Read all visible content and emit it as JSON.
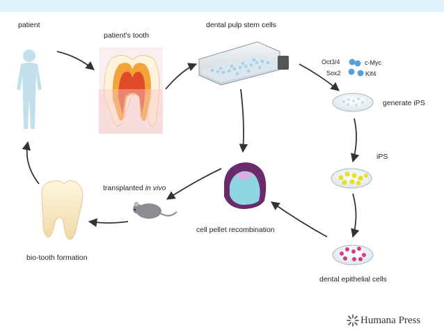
{
  "labels": {
    "patient": "patient",
    "patients_tooth": "patient's tooth",
    "dental_pulp_stem_cells": "dental pulp stem cells",
    "generate_ips": "generate iPS",
    "ips": "iPS",
    "dental_epithelial_cells": "dental epithelial cells",
    "cell_pellet_recombination": "cell pellet recombination",
    "transplanted": "transplanted",
    "in_vivo": "in vivo",
    "bio_tooth_formation": "bio-tooth formation"
  },
  "factors": {
    "oct": "Oct3/4",
    "cmyc": "c-Myc",
    "sox": "Sox2",
    "klf": "Klf4"
  },
  "publisher": {
    "name": "Humana Press"
  },
  "colors": {
    "header_band": "#dff3fb",
    "patient_silhouette": "#bfdcea",
    "arrow": "#333333",
    "ips_cells": "#e8e020",
    "epithelial_cells": "#d63a8a",
    "pellet_border": "#6b2a6b"
  }
}
